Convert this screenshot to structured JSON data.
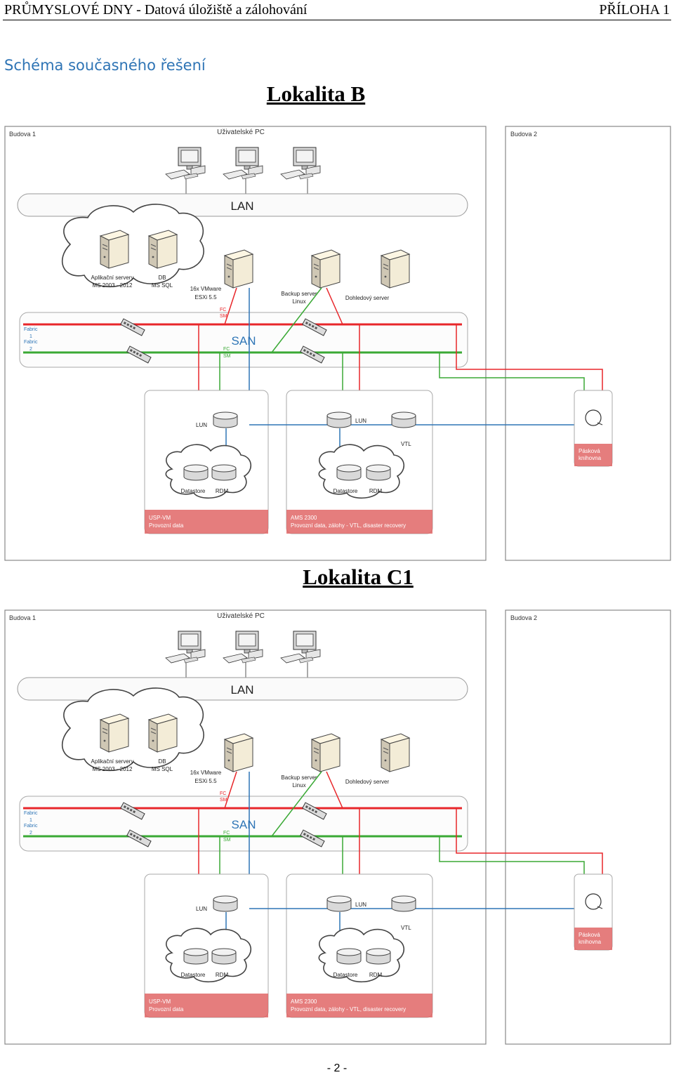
{
  "header": {
    "left": "PRŮMYSLOVÉ DNY - Datová úložiště a zálohování",
    "right": "PŘÍLOHA 1"
  },
  "section_title": "Schéma současného řešení",
  "locations": [
    {
      "title": "Lokalita B",
      "diagram": {
        "building1": "Budova 1",
        "building2": "Budova 2",
        "user_pc": "Uživatelské PC",
        "lan": "LAN",
        "app_servers_1": "Aplikační servery",
        "app_servers_2": "MS 2003 - 2012",
        "db_1": "DB",
        "db_2": "MS SQL",
        "vmware_1": "16x VMware",
        "vmware_2": "ESXi 5.5",
        "backup_1": "Backup server",
        "backup_2": "Linux",
        "monitor": "Dohledový server",
        "fc_sm_top_1": "FC",
        "fc_sm_top_2": "SM",
        "fc_sm_bot_1": "FC",
        "fc_sm_bot_2": "SM",
        "fabric1_1": "Fabric",
        "fabric1_2": "1",
        "fabric2_1": "Fabric",
        "fabric2_2": "2",
        "san": "SAN",
        "lun_left": "LUN",
        "lun_right": "LUN",
        "vtl": "VTL",
        "datastore_left": "Datastore",
        "rdm_left": "RDM",
        "datastore_right": "Datastore",
        "rdm_right": "RDM",
        "usp_1": "USP-VM",
        "usp_2": "Provozní data",
        "ams_1": "AMS 2300",
        "ams_2": "Provozní data, zálohy - VTL, disaster recovery",
        "tape_1": "Pásková",
        "tape_2": "knihovna"
      }
    },
    {
      "title": "Lokalita C1",
      "diagram": {
        "building1": "Budova 1",
        "building2": "Budova 2",
        "user_pc": "Uživatelské PC",
        "lan": "LAN",
        "app_servers_1": "Aplikační servery",
        "app_servers_2": "MS 2003 - 2012",
        "db_1": "DB",
        "db_2": "MS SQL",
        "vmware_1": "16x VMware",
        "vmware_2": "ESXi 5.5",
        "backup_1": "Backup server",
        "backup_2": "Linux",
        "monitor": "Dohledový server",
        "fc_sm_top_1": "FC",
        "fc_sm_top_2": "SM",
        "fc_sm_bot_1": "FC",
        "fc_sm_bot_2": "SM",
        "fabric1_1": "Fabric",
        "fabric1_2": "1",
        "fabric2_1": "Fabric",
        "fabric2_2": "2",
        "san": "SAN",
        "lun_left": "LUN",
        "lun_right": "LUN",
        "vtl": "VTL",
        "datastore_left": "Datastore",
        "rdm_left": "RDM",
        "datastore_right": "Datastore",
        "rdm_right": "RDM",
        "usp_1": "USP-VM",
        "usp_2": "Provozní data",
        "ams_1": "AMS 2300",
        "ams_2": "Provozní data, zálohy - VTL, disaster recovery",
        "tape_1": "Pásková",
        "tape_2": "knihovna"
      }
    }
  ],
  "colors": {
    "fabric1": "#e8262a",
    "fabric2": "#3aa935",
    "lun_link": "#2e75b6",
    "storage_label_bg": "#e06666",
    "section_title": "#2e74b5"
  },
  "footer": "- 2 -"
}
